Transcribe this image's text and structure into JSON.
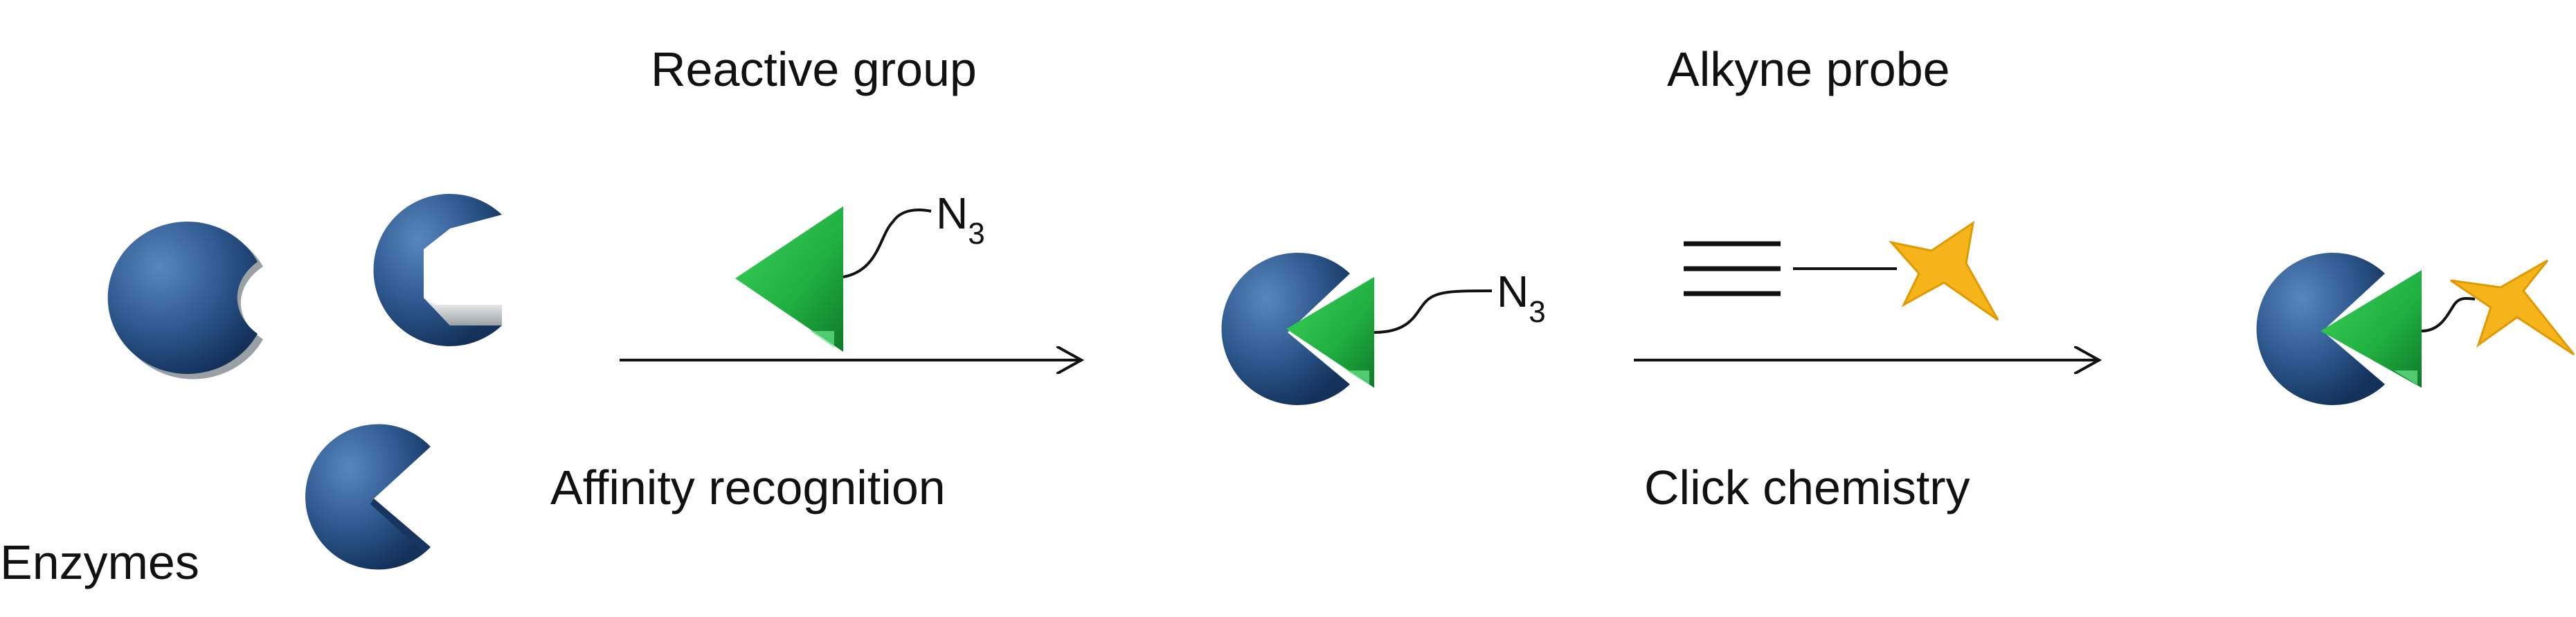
{
  "labels": {
    "enzymes": "Enzymes",
    "reactive_group": "Reactive group",
    "affinity_recognition": "Affinity recognition",
    "alkyne_probe": "Alkyne probe",
    "click_chemistry": "Click chemistry"
  },
  "azide": {
    "element": "N",
    "subscript": "3"
  },
  "colors": {
    "enzyme": "#2e5a90",
    "enzyme_dark": "#17355e",
    "reactive_group": "#1fae3f",
    "probe_star": "#f5b51a",
    "line": "#111111"
  }
}
